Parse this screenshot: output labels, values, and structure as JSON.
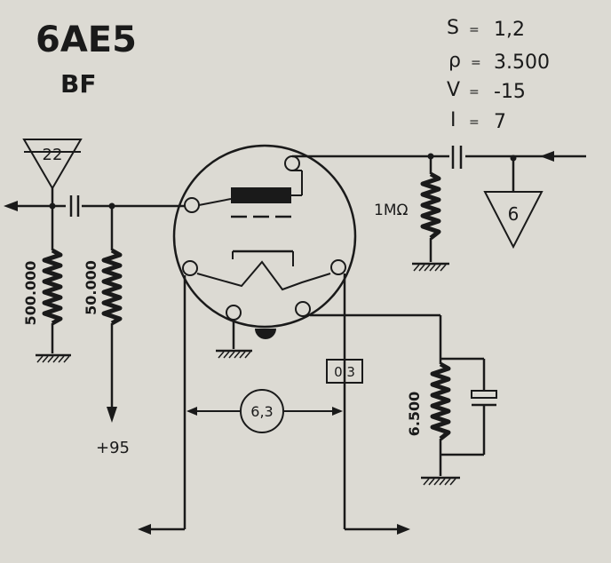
{
  "tube": {
    "name": "6AE5",
    "type": "BF"
  },
  "specs": [
    {
      "sym": "S",
      "eq": "=",
      "val": "1,2"
    },
    {
      "sym": "ρ",
      "eq": "=",
      "val": "3.500"
    },
    {
      "sym": "V",
      "eq": "=",
      "val": "-15"
    },
    {
      "sym": "I",
      "eq": "=",
      "val": "7"
    }
  ],
  "labels": {
    "out_gain": "22",
    "in_gain": "6",
    "r_grid": "500.000",
    "r_plate": "50.000",
    "r_input": "1MΩ",
    "r_cathode": "6.500",
    "supply": "+95",
    "heater_v": "6,3",
    "heater_a": "0,3"
  }
}
